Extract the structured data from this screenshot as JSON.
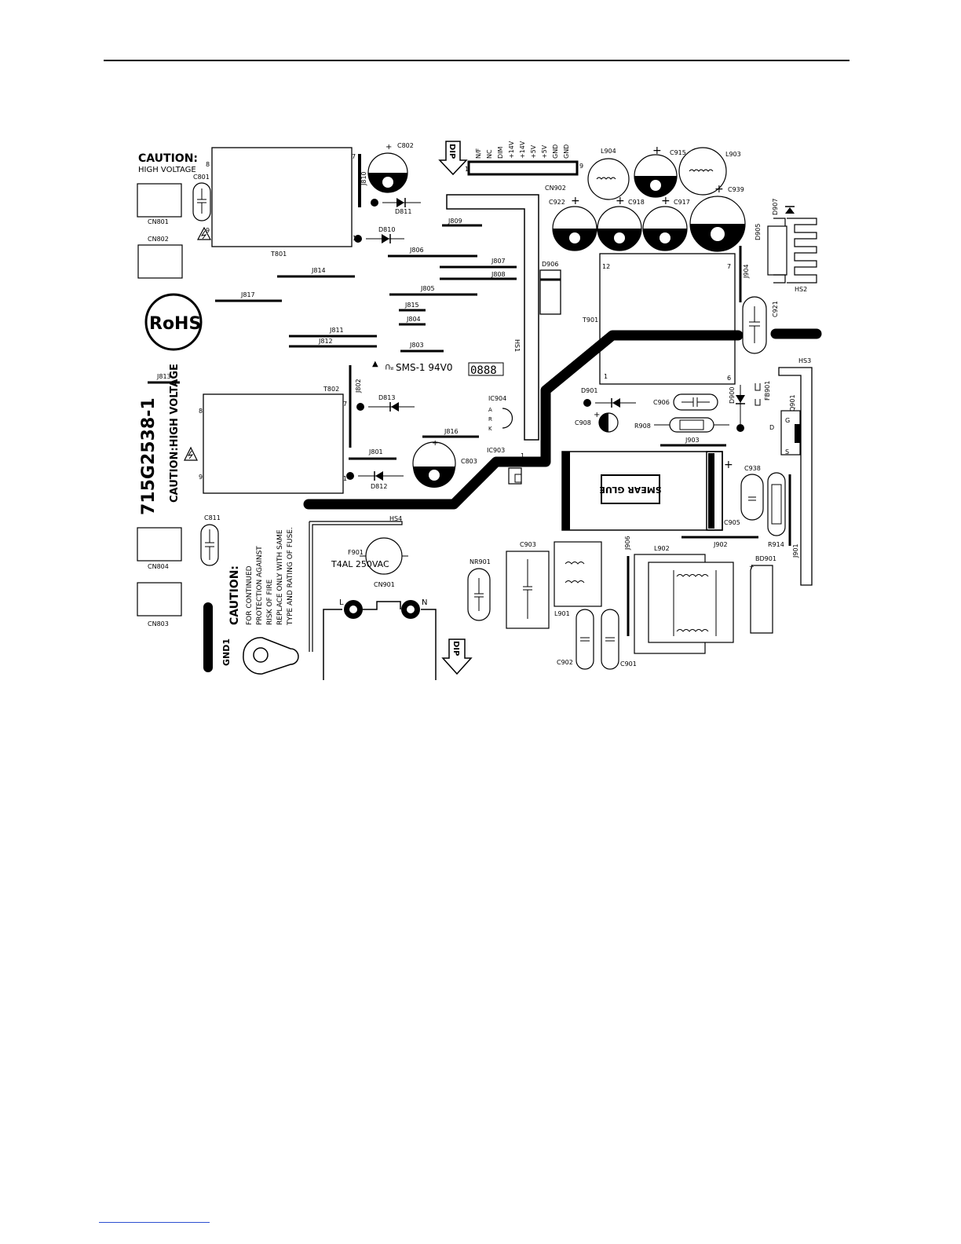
{
  "board": {
    "part_number": "715G2538-1",
    "caution_title": "CAUTION:",
    "high_voltage": "HIGH VOLTAGE",
    "caution_hv_inline": "CAUTION:HIGH VOLTAGE",
    "fuse_warning": [
      "CAUTION:",
      "FOR CONTINUED",
      "PROTECTION AGAINST",
      "RISK OF FIRE",
      "REPLACE ONLY WITH SAME",
      "TYPE AND RATING OF FUSE."
    ],
    "rohs": "RoHS",
    "material": "SMS-1 94V0",
    "date_code": "0888",
    "fuse_rating": "T4AL 250VAC",
    "smear_glue": "SMEAR GLUE",
    "dip": "DIP",
    "ground": "GND1",
    "line": "L",
    "neutral": "N"
  },
  "connector_pins": [
    "N/F",
    "NC",
    "DIM",
    "+14V",
    "+14V",
    "+5V",
    "+5V",
    "GND",
    "GND"
  ],
  "refs": {
    "CN801": "CN801",
    "CN802": "CN802",
    "CN803": "CN803",
    "CN804": "CN804",
    "CN901": "CN901",
    "CN902": "CN902",
    "T801": "T801",
    "T802": "T802",
    "T901": "T901",
    "C801": "C801",
    "C802": "C802",
    "C803": "C803",
    "C811": "C811",
    "C901": "C901",
    "C902": "C902",
    "C903": "C903",
    "C905": "C905",
    "C906": "C906",
    "C908": "C908",
    "C915": "C915",
    "C917": "C917",
    "C918": "C918",
    "C921": "C921",
    "C922": "C922",
    "C938": "C938",
    "C939": "C939",
    "D810": "D810",
    "D811": "D811",
    "D812": "D812",
    "D813": "D813",
    "D900": "D900",
    "D901": "D901",
    "D905": "D905",
    "D906": "D906",
    "D907": "D907",
    "L901": "L901",
    "L902": "L902",
    "L903": "L903",
    "L904": "L904",
    "IC903": "IC903",
    "IC904": "IC904",
    "Q901": "Q901",
    "R908": "R908",
    "R914": "R914",
    "F901": "F901",
    "NR901": "NR901",
    "BD901": "BD901",
    "FB901": "FB901",
    "HS1": "HS1",
    "HS2": "HS2",
    "HS3": "HS3",
    "HS4": "HS4",
    "J801": "J801",
    "J802": "J802",
    "J803": "J803",
    "J804": "J804",
    "J805": "J805",
    "J806": "J806",
    "J807": "J807",
    "J808": "J808",
    "J809": "J809",
    "J810": "J810",
    "J811": "J811",
    "J812": "J812",
    "J813": "J813",
    "J814": "J814",
    "J815": "J815",
    "J816": "J816",
    "J817": "J817",
    "J901": "J901",
    "J902": "J902",
    "J903": "J903",
    "J904": "J904",
    "J906": "J906"
  },
  "pins": {
    "p1": "1",
    "p6": "6",
    "p7": "7",
    "p8": "8",
    "p9": "9",
    "p12": "12",
    "G": "G",
    "S": "S",
    "D": "D",
    "K": "K",
    "R": "R",
    "A": "A"
  }
}
